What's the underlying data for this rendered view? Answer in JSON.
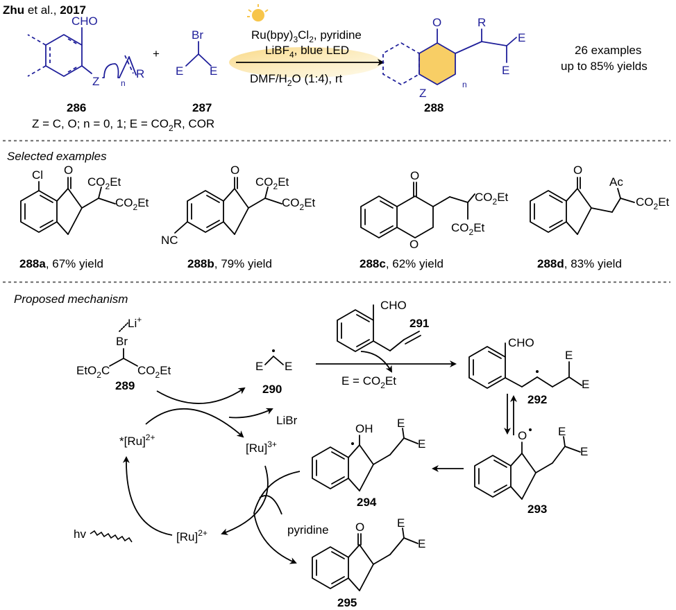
{
  "header": {
    "author": "Zhu",
    "etal": " et al., ",
    "year": "2017"
  },
  "scheme": {
    "reagent1_label": "286",
    "reagent1_cho": "CHO",
    "reagent1_z": "Z",
    "reagent1_n": "n",
    "reagent1_r": "R",
    "plus": "+",
    "reagent2_label": "287",
    "reagent2_br": "Br",
    "reagent2_e": "E",
    "conditions": {
      "line1_a": "Ru(bpy)",
      "line1_sub1": "3",
      "line1_b": "Cl",
      "line1_sub2": "2",
      "line1_c": ", pyridine",
      "line2_a": "LiBF",
      "line2_sub": "4",
      "line2_b": ", blue LED",
      "line3_a": "DMF/H",
      "line3_sub": "2",
      "line3_b": "O (1:4), rt"
    },
    "product_label": "288",
    "product_o": "O",
    "product_r": "R",
    "product_e": "E",
    "product_z": "Z",
    "product_n": "n",
    "summary_line1": "26 examples",
    "summary_line2": "up to 85% yields",
    "definitions_a": "Z = C, O; n = 0, 1; E = CO",
    "definitions_sub": "2",
    "definitions_b": "R, COR",
    "accent_color": "#1f1f9a",
    "highlight_color": "#f7c54a"
  },
  "examples": {
    "section_title": "Selected examples",
    "items": [
      {
        "id": "288a",
        "yield": ", 67% yield",
        "atom": "Cl",
        "o": "O",
        "g1": "CO",
        "g1sub": "2",
        "g1b": "Et",
        "g2": "CO",
        "g2sub": "2",
        "g2b": "Et"
      },
      {
        "id": "288b",
        "yield": ", 79% yield",
        "atom": "NC",
        "o": "O",
        "g1": "CO",
        "g1sub": "2",
        "g1b": "Et",
        "g2": "CO",
        "g2sub": "2",
        "g2b": "Et"
      },
      {
        "id": "288c",
        "yield": ", 62% yield",
        "atom": "O",
        "o": "O",
        "g1": "CO",
        "g1sub": "2",
        "g1b": "Et",
        "g2": "CO",
        "g2sub": "2",
        "g2b": "Et"
      },
      {
        "id": "288d",
        "yield": ", 83% yield",
        "atom": "Ac",
        "o": "O",
        "g1": "CO",
        "g1sub": "2",
        "g1b": "Et"
      }
    ]
  },
  "mechanism": {
    "section_title": "Proposed mechanism",
    "c289": {
      "label": "289",
      "li": "Li",
      "li_sup": "+",
      "br": "Br",
      "left_a": "EtO",
      "left_sub": "2",
      "left_b": "C",
      "right_a": "CO",
      "right_sub": "2",
      "right_b": "Et"
    },
    "c290": {
      "label": "290",
      "e": "E"
    },
    "c291": {
      "label": "291",
      "cho": "CHO"
    },
    "e_def_a": "E = CO",
    "e_def_sub": "2",
    "e_def_b": "Et",
    "c292": {
      "label": "292",
      "cho": "CHO",
      "e": "E"
    },
    "c293": {
      "label": "293",
      "o": "O",
      "e": "E"
    },
    "c294": {
      "label": "294",
      "oh": "OH",
      "e": "E"
    },
    "c295": {
      "label": "295",
      "o": "O",
      "e": "E"
    },
    "libr": "LiBr",
    "ru_star": "*[Ru]",
    "ru_star_sup": "2+",
    "ru3": "[Ru]",
    "ru3_sup": "3+",
    "ru2": "[Ru]",
    "ru2_sup": "2+",
    "hv": "hv",
    "pyridine": "pyridine"
  }
}
